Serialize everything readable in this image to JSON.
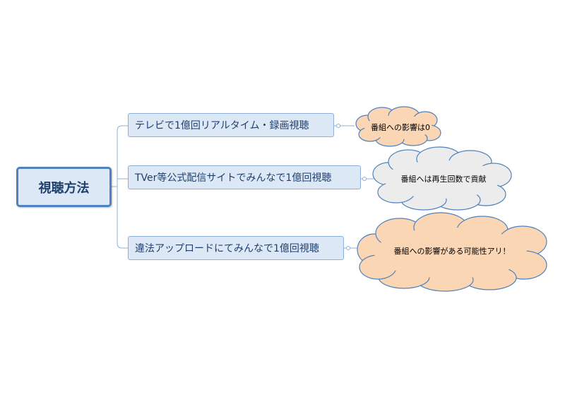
{
  "root": {
    "label": "視聴方法"
  },
  "branches": [
    {
      "label": "テレビで1億回リアルタイム・録画視聴",
      "note": "番組への影響は0",
      "note_fill": "#fbd6b4"
    },
    {
      "label": "TVer等公式配信サイトでみんなで1億回視聴",
      "note": "番組へは再生回数で貢献",
      "note_fill": "#ececec"
    },
    {
      "label": "違法アップロードにてみんなで1億回視聴",
      "note": "番組への影響がある可能性アリ！",
      "note_fill": "#fbd6b4"
    }
  ],
  "colors": {
    "node_fill": "#dce8f5",
    "node_border": "#4f81bd",
    "connector": "#8eb0d6",
    "cloud_border": "#4f81bd"
  }
}
